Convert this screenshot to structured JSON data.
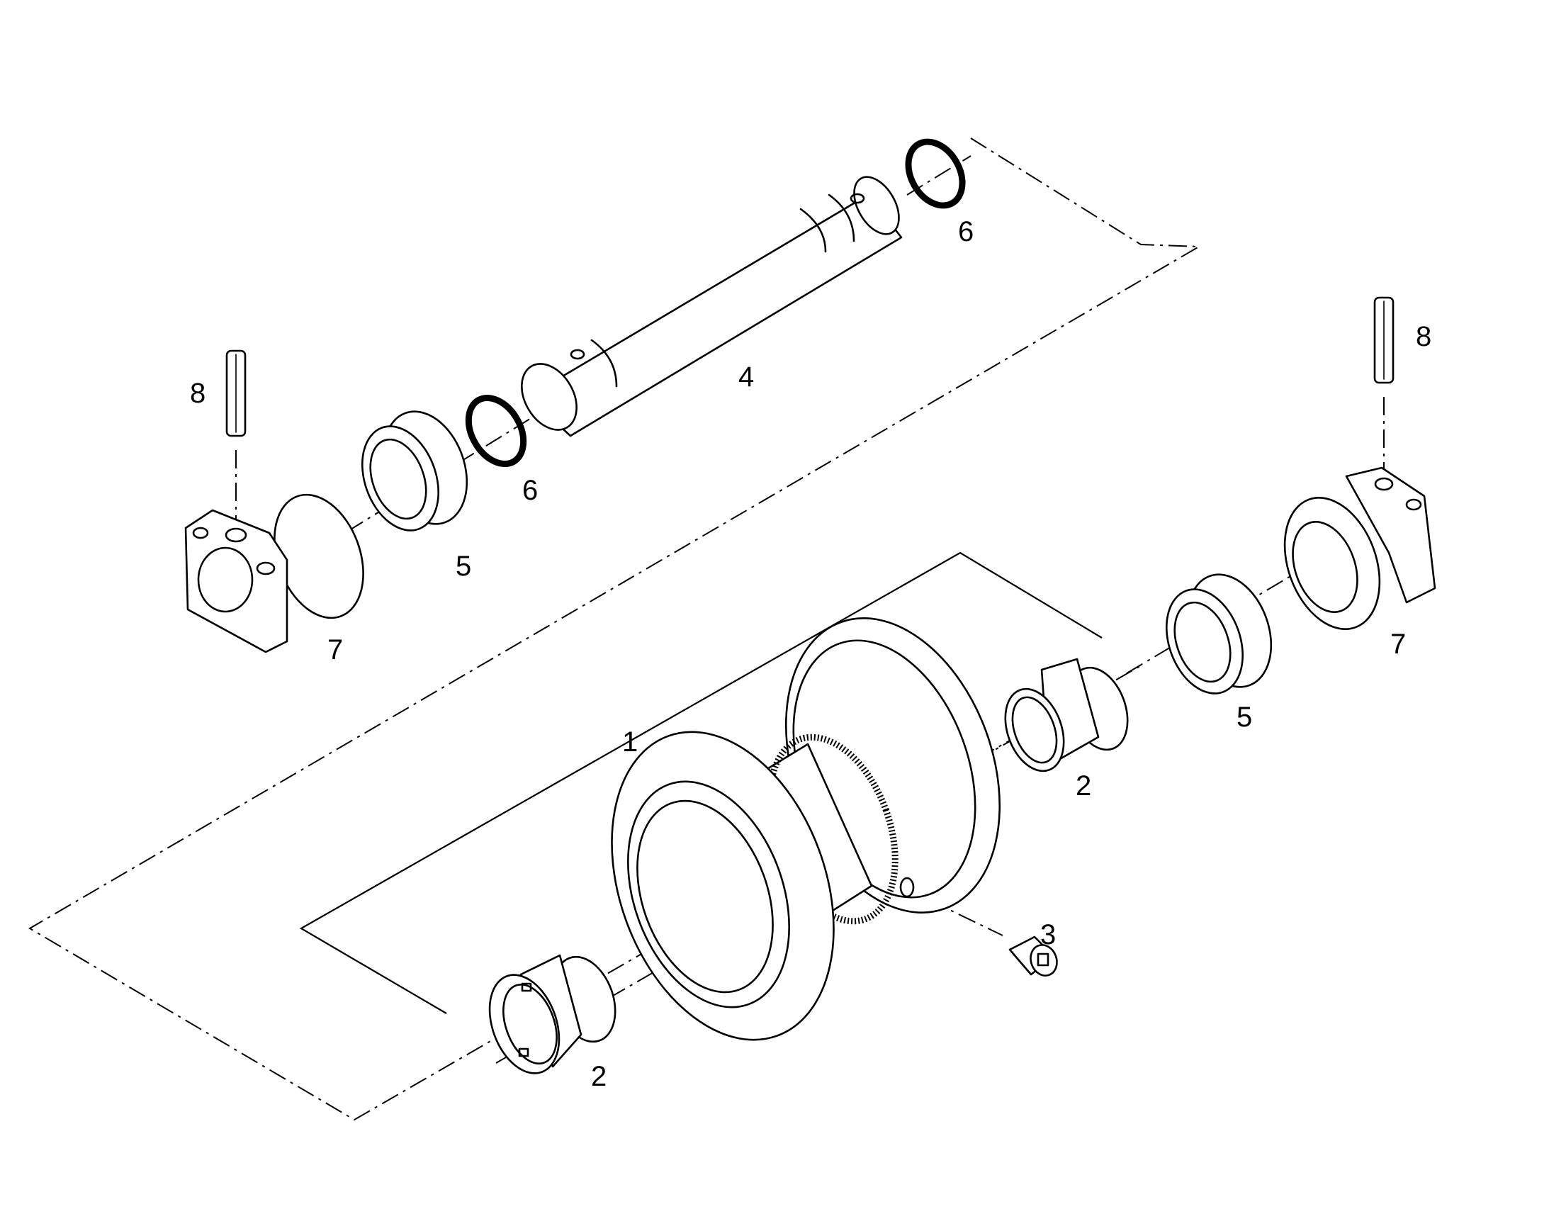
{
  "callouts": {
    "c1": "1",
    "c2_right": "2",
    "c2_left": "2",
    "c3": "3",
    "c4": "4",
    "c5_left": "5",
    "c5_right": "5",
    "c6_upper": "6",
    "c6_lower": "6",
    "c7_left": "7",
    "c7_right": "7",
    "c8_left": "8",
    "c8_right": "8"
  }
}
